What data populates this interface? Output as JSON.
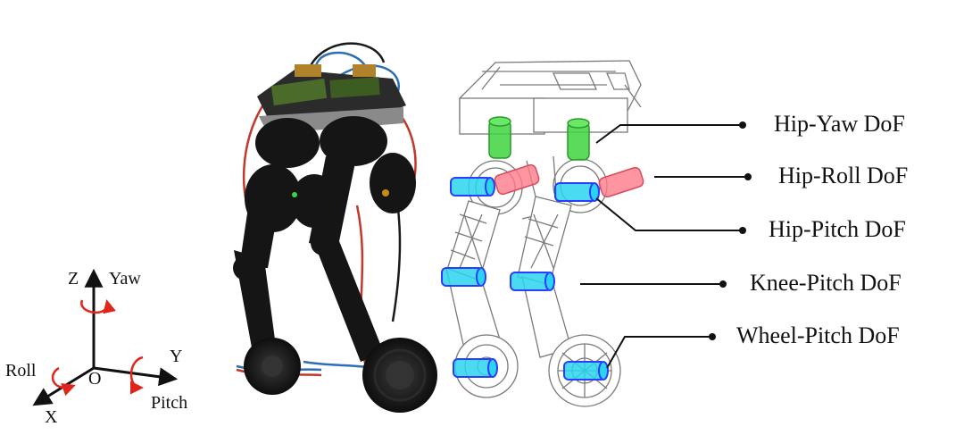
{
  "axes": {
    "z": "Z",
    "yaw": "Yaw",
    "y": "Y",
    "pitch": "Pitch",
    "roll": "Roll",
    "origin": "O",
    "x": "X"
  },
  "dof_labels": {
    "hip_yaw": "Hip-Yaw DoF",
    "hip_roll": "Hip-Roll DoF",
    "hip_pitch": "Hip-Pitch DoF",
    "knee_pitch": "Knee-Pitch DoF",
    "wheel_pitch": "Wheel-Pitch DoF"
  },
  "colors": {
    "yaw_actuator": "#3fd43f",
    "roll_actuator": "#ff7a88",
    "pitch_actuator": "#2ad4f0",
    "pitch_outline": "#2a3cff",
    "rotation_arrow": "#e0261b",
    "robot_body": "#151515",
    "wire_red": "#c0392b",
    "wire_blue": "#2c6fb7"
  }
}
